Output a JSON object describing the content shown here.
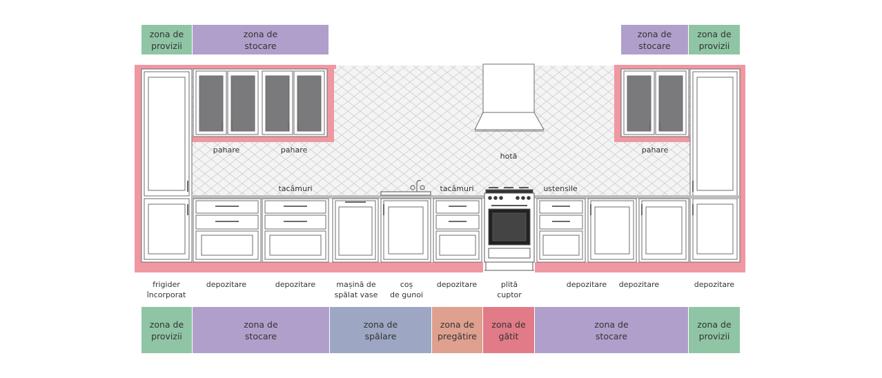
{
  "colors": {
    "provizii": "#8fc5a5",
    "stocare": "#b19fcb",
    "spalare": "#9da7c3",
    "pregatire": "#dfa08f",
    "gatit": "#e17b88",
    "outline": "#ef98a2",
    "cabinet_stroke": "#6b6b6b",
    "glass": "#7a7a7c"
  },
  "top_zones": [
    {
      "text": "zona de\nprovizii",
      "color": "provizii"
    },
    {
      "text": "zona de\nstocare",
      "color": "stocare"
    },
    {
      "text": "zona de\nstocare",
      "color": "stocare"
    },
    {
      "text": "zona de\nprovizii",
      "color": "provizii"
    }
  ],
  "bottom_zones": [
    {
      "text": "zona de\nprovizii",
      "color": "provizii"
    },
    {
      "text": "zona de\nstocare",
      "color": "stocare"
    },
    {
      "text": "zona de\nspălare",
      "color": "spalare"
    },
    {
      "text": "zona de\npregătire",
      "color": "pregatire"
    },
    {
      "text": "zona de\ngătit",
      "color": "gatit"
    },
    {
      "text": "zona de\nstocare",
      "color": "stocare"
    },
    {
      "text": "zona de\nprovizii",
      "color": "provizii"
    }
  ],
  "upper_labels": [
    {
      "text": "pahare"
    },
    {
      "text": "pahare"
    },
    {
      "text": "hotă"
    },
    {
      "text": "pahare"
    }
  ],
  "counter_labels": [
    {
      "text": "tacâmuri"
    },
    {
      "text": "tacâmuri"
    },
    {
      "text": "ustensile"
    }
  ],
  "base_labels": [
    {
      "text": "frigider\nîncorporat"
    },
    {
      "text": "depozitare"
    },
    {
      "text": "depozitare"
    },
    {
      "text": "mașină de\nspălat vase"
    },
    {
      "text": "coș\nde gunoi"
    },
    {
      "text": "depozitare"
    },
    {
      "text": "plită\ncuptor"
    },
    {
      "text": "depozitare"
    },
    {
      "text": "depozitare"
    },
    {
      "text": "depozitare"
    }
  ]
}
